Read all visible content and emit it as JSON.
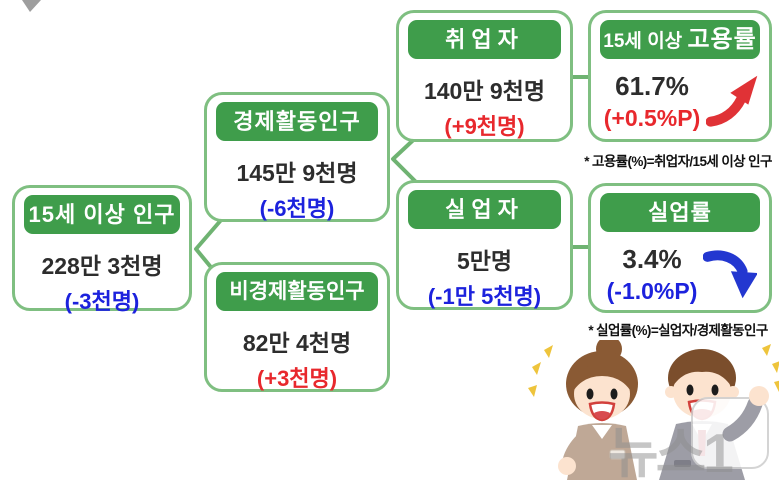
{
  "diagram": {
    "boxes": {
      "population15": {
        "title": "15세 이상 인구",
        "value": "228만 3천명",
        "delta": "(-3천명)"
      },
      "economically_active": {
        "title": "경제활동인구",
        "value": "145만 9천명",
        "delta": "(-6천명)"
      },
      "economically_inactive": {
        "title": "비경제활동인구",
        "value": "82만 4천명",
        "delta": "(+3천명)"
      },
      "employed": {
        "title": "취업자",
        "value": "140만 9천명",
        "delta": "(+9천명)"
      },
      "unemployed": {
        "title": "실업자",
        "value": "5만명",
        "delta": "(-1만 5천명)"
      },
      "employment_rate": {
        "title_prefix": "15세 이상 ",
        "title_emph": "고용률",
        "value": "61.7%",
        "delta": "(+0.5%P)",
        "trend": "up"
      },
      "unemployment_rate": {
        "title": "실업률",
        "value": "3.4%",
        "delta": "(-1.0%P)",
        "trend": "down"
      }
    },
    "footnotes": {
      "employment_rate": "* 고용률(%)=취업자/15세 이상 인구",
      "unemployment_rate": "* 실업률(%)=실업자/경제활동인구"
    },
    "colors": {
      "header_green": "#3f9d4b",
      "border_green": "#7fbf81",
      "connector_green": "#6fb372",
      "positive_red": "#e8282d",
      "negative_blue": "#1c22dd",
      "arrow_red": "#e03236",
      "arrow_blue": "#2337d0",
      "value_dark": "#2d2d2d",
      "footnote_dark": "#111111"
    },
    "watermark": "뉴스1",
    "illustration": "two-cheering-office-workers"
  }
}
